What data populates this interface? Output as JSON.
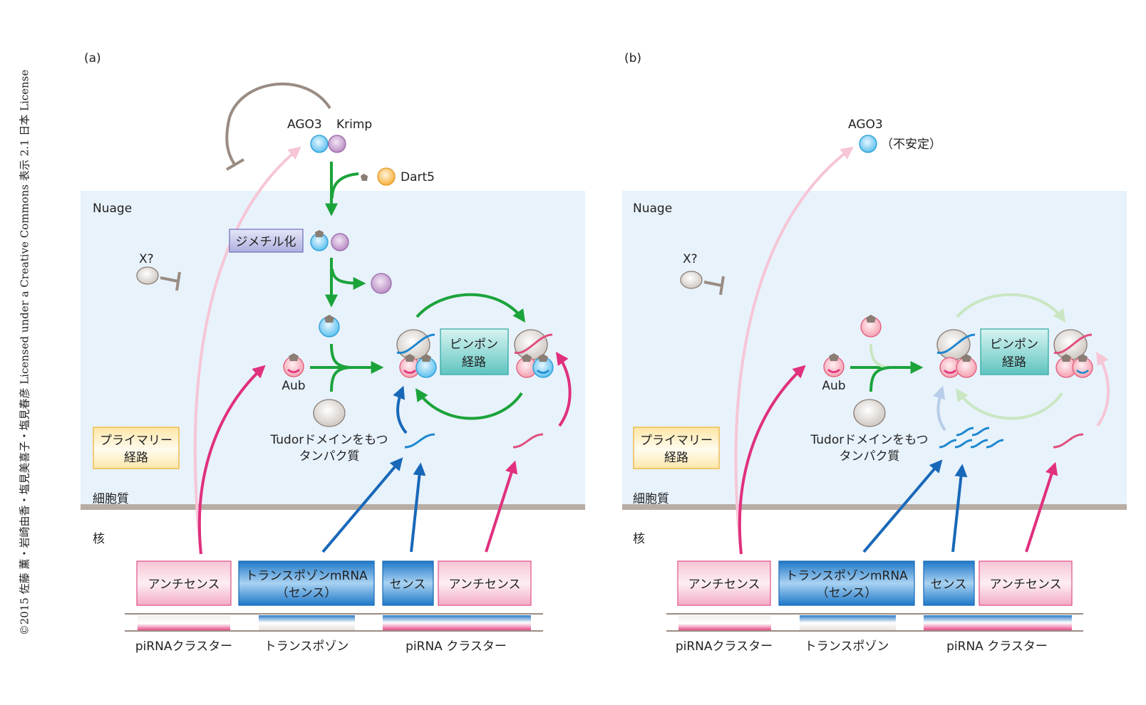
{
  "credit": "©2015 佐藤 薫・岩崎由香・塩見美喜子・塩見春彦 Licensed under a Creative Commons 表示 2.1 日本 License",
  "colors": {
    "cytoplasm_bg": "#e8f2fb",
    "membrane": "#b8ada5",
    "green_arrow": "#1ba33a",
    "green_arrow_faded": "#c9e6c2",
    "magenta_arrow": "#e0307e",
    "pink_arrow_faded": "#f6c6d6",
    "blue_arrow": "#1868b8",
    "blue_arrow_faded": "#b7cde9",
    "inhibit_gray": "#9a8c83",
    "ago3_blue": "#5cc0ee",
    "krimp_purple": "#b98cc4",
    "aub_pink": "#f4a4b4",
    "dart5_orange": "#f8b23c",
    "tudor_gray": "#d4cec9"
  },
  "panels": [
    {
      "id": "a",
      "label": "(a)",
      "ago3_label": "AGO3",
      "krimp_label": "Krimp",
      "dart5_label": "Dart5",
      "nuage_label": "Nuage",
      "dimethylation_label": "ジメチル化",
      "x_label": "X?",
      "aub_label": "Aub",
      "pingpong_label": [
        "ピンポン",
        "経路"
      ],
      "tudor_label": [
        "Tudorドメインをもつ",
        "タンパク質"
      ],
      "primary_label": [
        "プライマリー",
        "経路"
      ],
      "cytoplasm_label": "細胞質",
      "nucleus_label": "核",
      "transcripts": [
        {
          "label": [
            "アンチセンス"
          ],
          "type": "antisense"
        },
        {
          "label": [
            "トランスポゾンmRNA",
            "（センス）"
          ],
          "type": "sense"
        },
        {
          "label": [
            "センス"
          ],
          "type": "sense"
        },
        {
          "label": [
            "アンチセンス"
          ],
          "type": "antisense"
        }
      ],
      "loci": [
        "piRNAクラスター",
        "トランスポゾン",
        "piRNA クラスター"
      ]
    },
    {
      "id": "b",
      "label": "(b)",
      "ago3_label": "AGO3",
      "unstable_label": "（不安定）",
      "nuage_label": "Nuage",
      "x_label": "X?",
      "aub_label": "Aub",
      "pingpong_label": [
        "ピンポン",
        "経路"
      ],
      "tudor_label": [
        "Tudorドメインをもつ",
        "タンパク質"
      ],
      "primary_label": [
        "プライマリー",
        "経路"
      ],
      "cytoplasm_label": "細胞質",
      "nucleus_label": "核",
      "transcripts": [
        {
          "label": [
            "アンチセンス"
          ],
          "type": "antisense"
        },
        {
          "label": [
            "トランスポゾンmRNA",
            "（センス）"
          ],
          "type": "sense"
        },
        {
          "label": [
            "センス"
          ],
          "type": "sense"
        },
        {
          "label": [
            "アンチセンス"
          ],
          "type": "antisense"
        }
      ],
      "loci": [
        "piRNAクラスター",
        "トランスポゾン",
        "piRNA クラスター"
      ]
    }
  ]
}
